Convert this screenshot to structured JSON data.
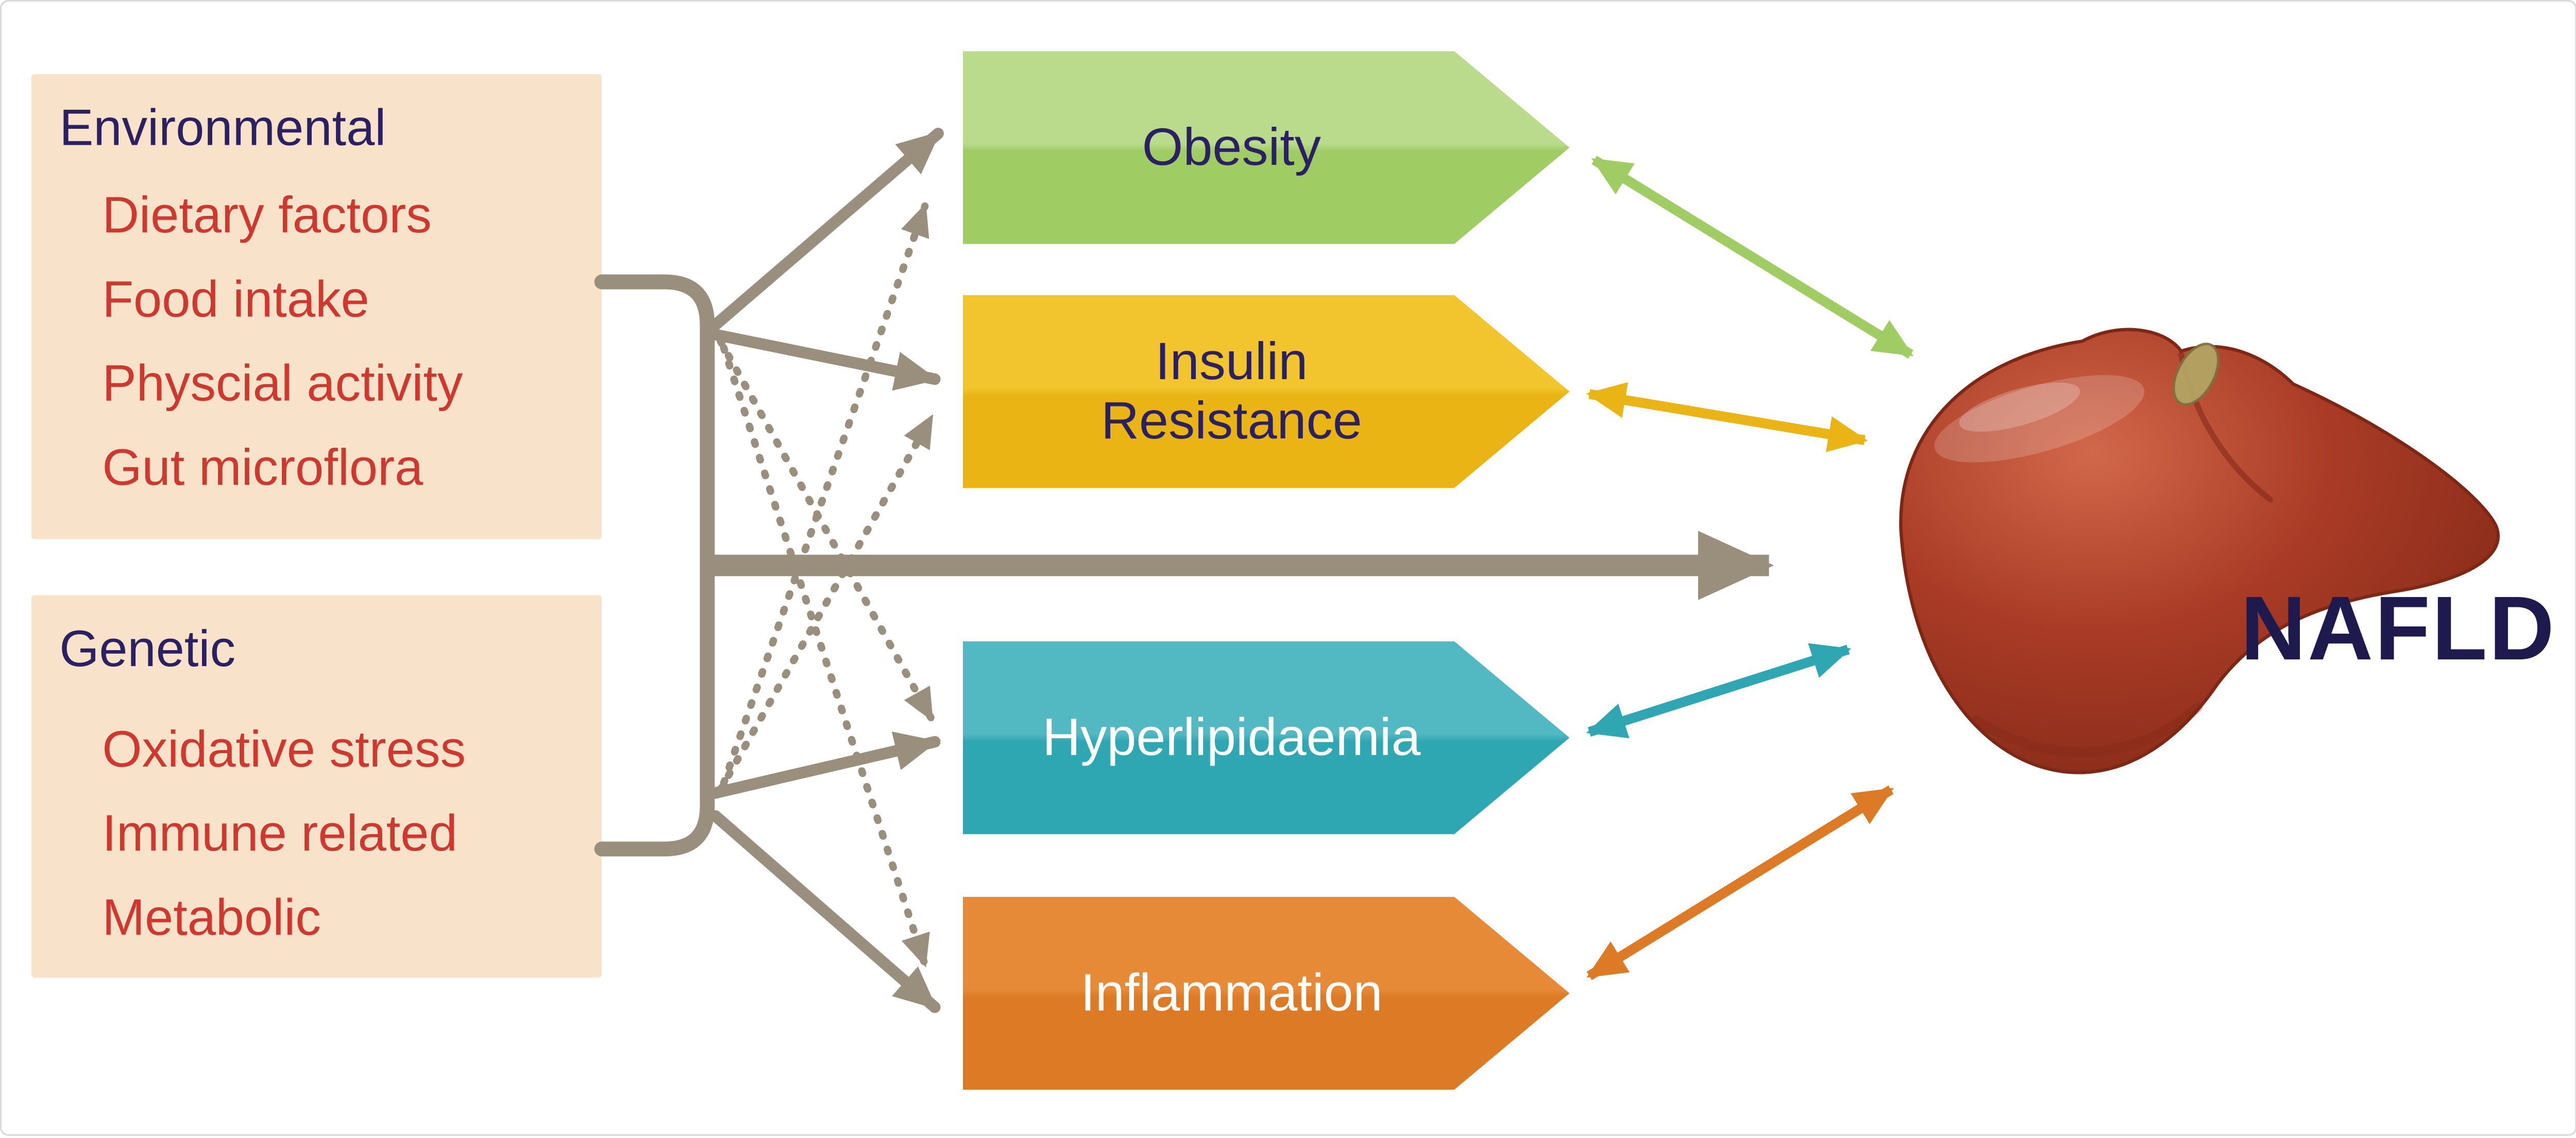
{
  "boxes": {
    "environmental": {
      "title": "Environmental",
      "items": [
        "Dietary factors",
        "Food intake",
        "Physcial activity",
        "Gut microflora"
      ]
    },
    "genetic": {
      "title": "Genetic",
      "items": [
        "Oxidative stress",
        "Immune related",
        "Metabolic"
      ]
    }
  },
  "banners": [
    {
      "id": "obesity",
      "label": "Obesity"
    },
    {
      "id": "insulin",
      "label": "Insulin\nResistance"
    },
    {
      "id": "hyperlipidaemia",
      "label": "Hyperlipidaemia"
    },
    {
      "id": "inflammation",
      "label": "Inflammation"
    }
  ],
  "nafld": {
    "label": "NAFLD"
  },
  "colors": {
    "border": "#d9d9d9",
    "box_bg": "#f8e2c9",
    "navy": "#2b2162",
    "red": "#cf382e",
    "white": "#ffffff",
    "taupe": "#9a8e7d",
    "obesity": "#9fcc63",
    "obesity_light": "#b9db8b",
    "insulin": "#e9b414",
    "insulin_light": "#f2c52e",
    "teal": "#2fa7b3",
    "teal_light": "#52b8c2",
    "orange": "#dd7a26",
    "orange_light": "#e68a38",
    "nafld": "#1f1a4d",
    "liver_main": "#a93b26",
    "liver_light": "#d2684a",
    "liver_dark": "#7d2715",
    "gallbladder": "#b3a463"
  }
}
